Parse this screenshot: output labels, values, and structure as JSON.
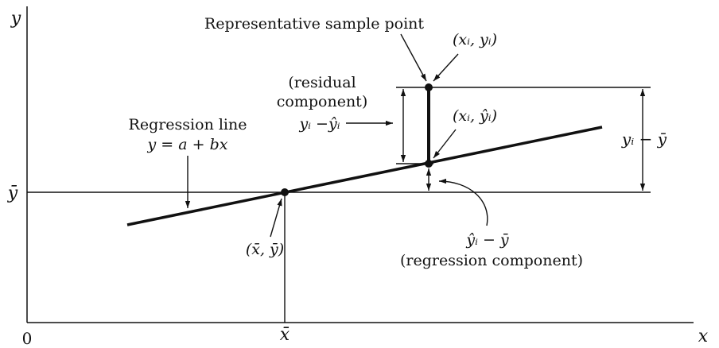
{
  "axes": {
    "y_label": "y",
    "x_label": "x",
    "origin_label": "0"
  },
  "labels": {
    "ybar": "ȳ",
    "xbar": "x̄",
    "sample_point_title": "Representative sample point",
    "sample_point_coord": "(xᵢ, yᵢ)",
    "predicted_coord": "(xᵢ, ŷᵢ)",
    "mean_point": "(x̄, ȳ)",
    "residual_line1": "(residual",
    "residual_line2": "component)",
    "residual_expr": "yᵢ −ŷᵢ",
    "total_expr": "yᵢ − ȳ",
    "regression_expr": "ŷᵢ − ȳ",
    "regression_component": "(regression component)",
    "regression_line_title": "Regression line",
    "regression_line_eq": "y = a + bx"
  },
  "colors": {
    "ink": "#111111",
    "background": "#ffffff"
  }
}
